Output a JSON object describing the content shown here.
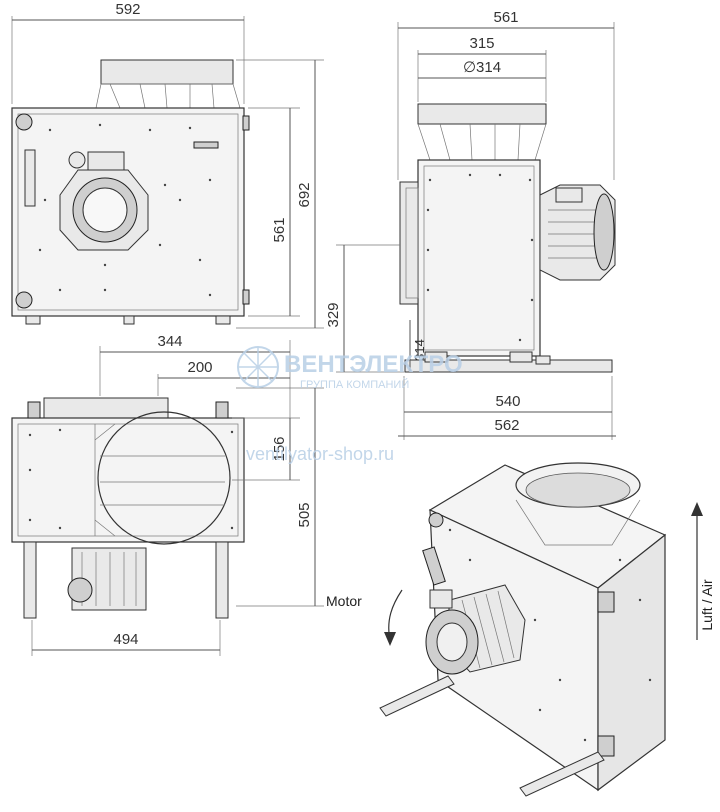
{
  "dimensions": {
    "front_width": "592",
    "front_height_body": "561",
    "front_height_total": "692",
    "side_width_total": "561",
    "side_outlet_width": "315",
    "side_outlet_diameter": "∅314",
    "side_inlet_height": "329",
    "side_foot_height": "314",
    "side_base_inner": "540",
    "side_base_outer": "562",
    "top_offset_outer": "344",
    "top_offset_inner": "200",
    "top_inlet": "156",
    "top_depth": "505",
    "top_width": "494"
  },
  "labels": {
    "motor": "Motor",
    "airflow": "Luft / Air"
  },
  "watermark": {
    "brand": "ВЕНТЭЛЕКТРО",
    "subtitle": "ГРУППА КОМПАНИЙ",
    "site": "ventilyator-shop.ru"
  }
}
